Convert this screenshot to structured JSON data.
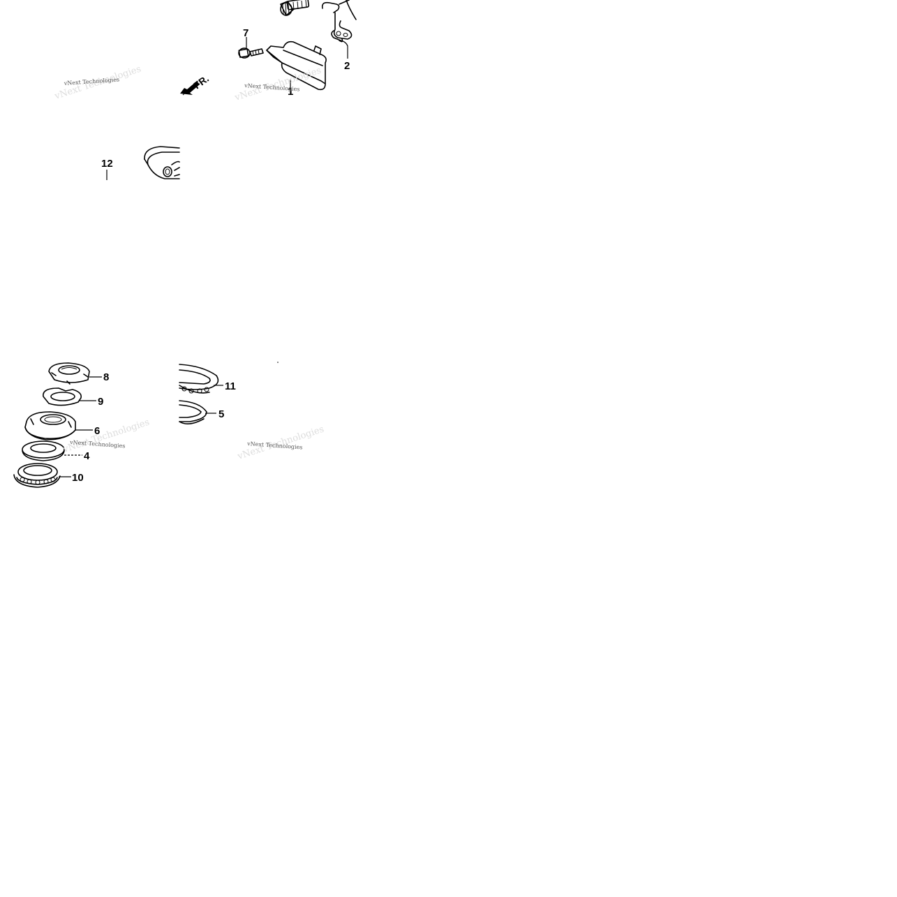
{
  "watermark": {
    "text": "vNext Technologies"
  },
  "direction_label": "FR.",
  "callouts": {
    "c1": "1",
    "c2": "2",
    "c4": "4",
    "c5": "5",
    "c6": "6",
    "c7": "7",
    "c8": "8",
    "c9": "9",
    "c10": "10",
    "c11": "11",
    "c12": "12"
  },
  "colors": {
    "ink": "#000000",
    "background": "#ffffff"
  }
}
